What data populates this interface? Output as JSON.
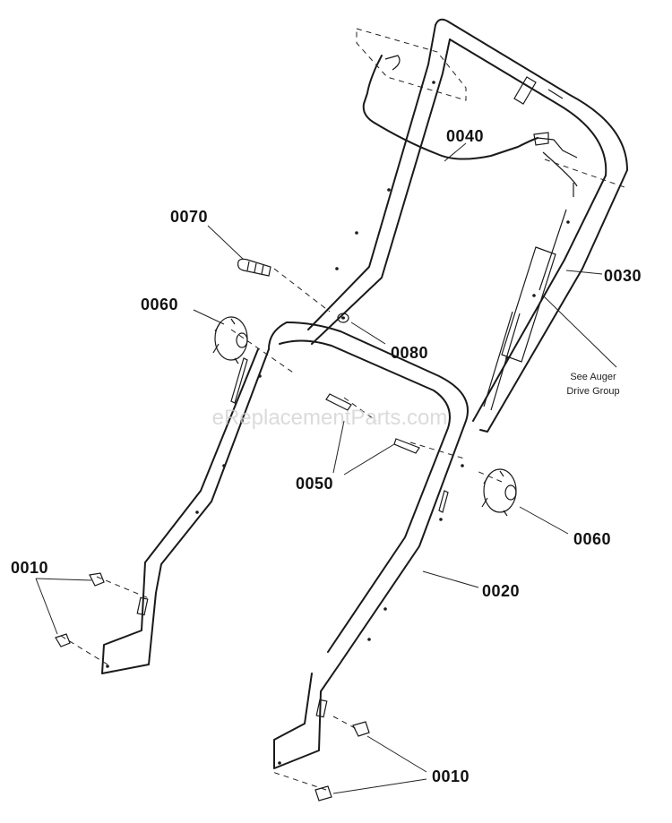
{
  "watermark": "eReplacementParts.com",
  "note": {
    "line1": "See Auger",
    "line2": "Drive Group"
  },
  "callouts": {
    "c0010_left": "0010",
    "c0010_right": "0010",
    "c0020": "0020",
    "c0030": "0030",
    "c0040": "0040",
    "c0050": "0050",
    "c0060_left": "0060",
    "c0060_right": "0060",
    "c0070": "0070",
    "c0080": "0080"
  }
}
